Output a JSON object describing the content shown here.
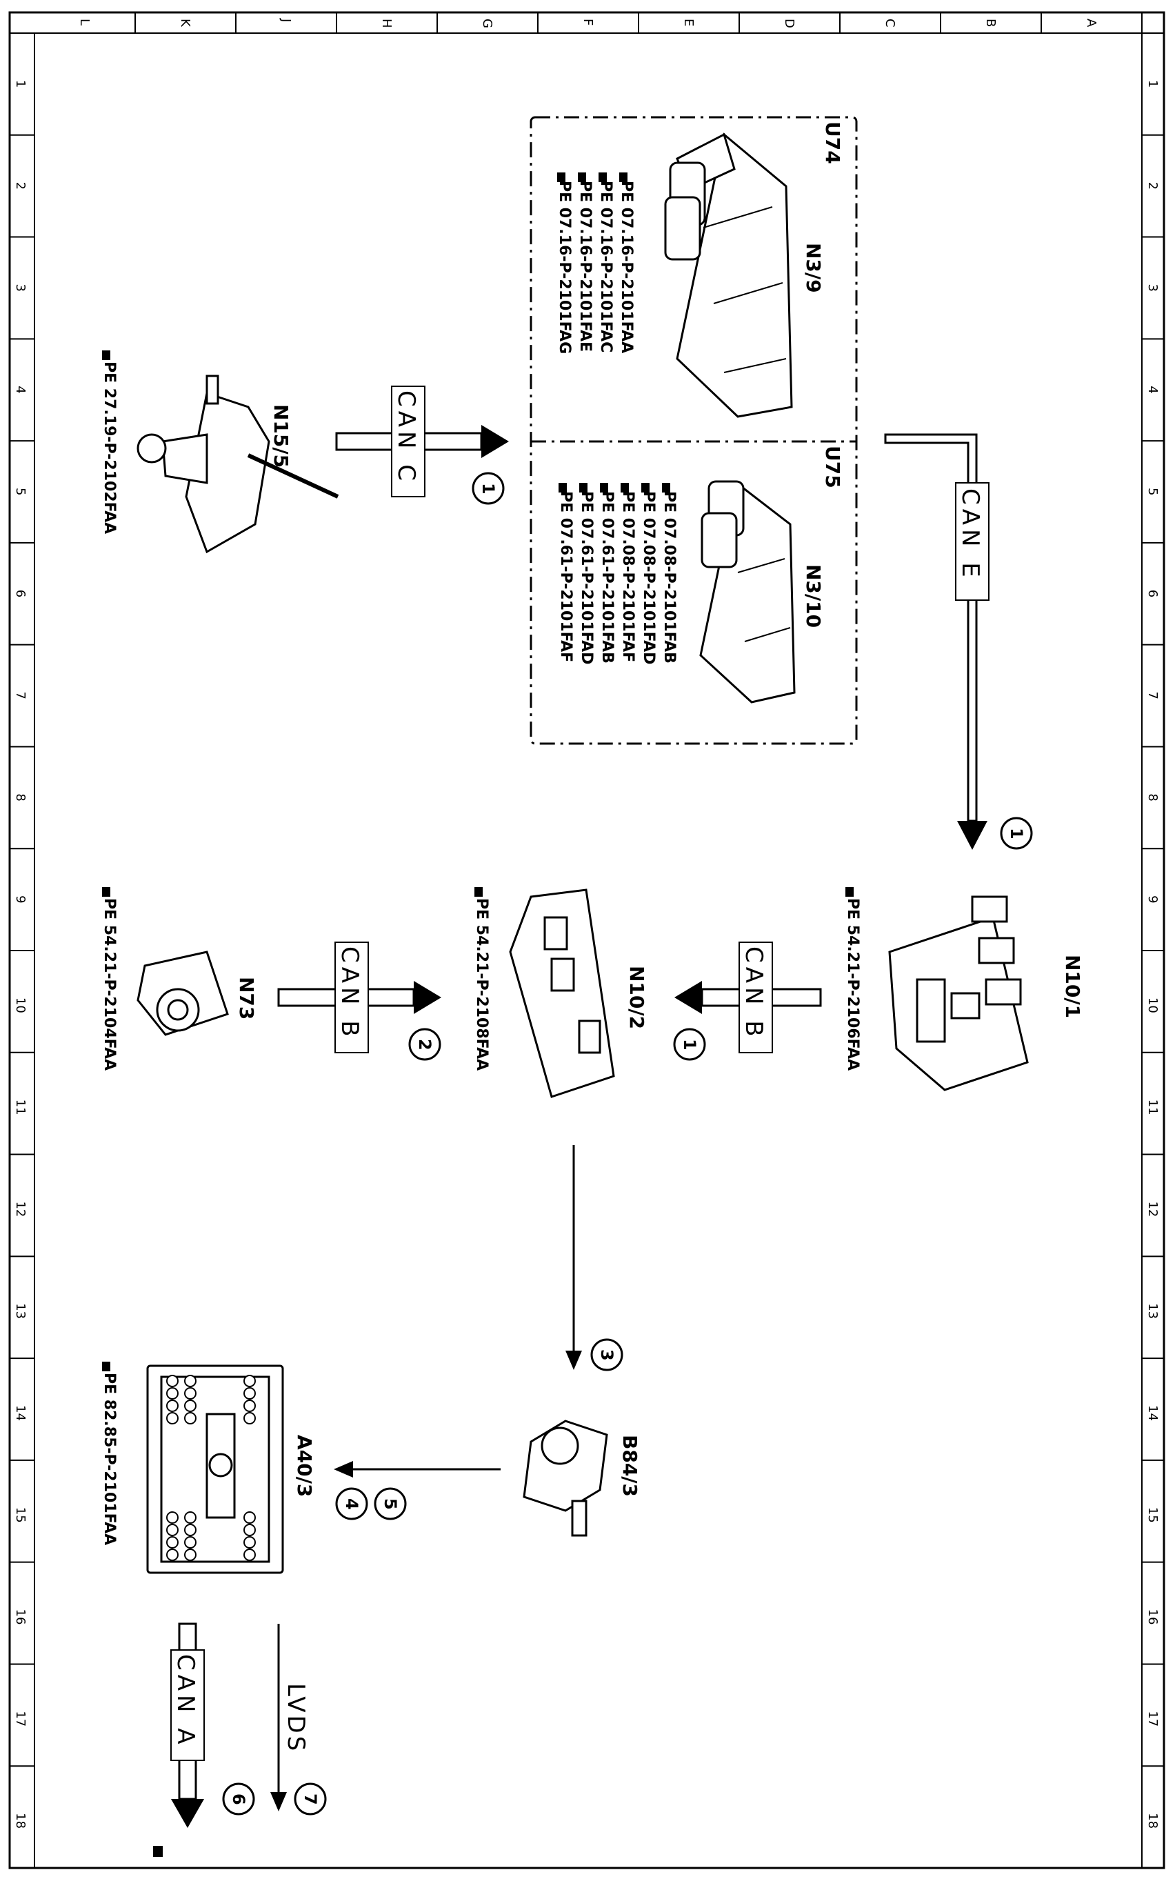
{
  "frame": {
    "columns": [
      "L",
      "K",
      "J",
      "H",
      "G",
      "F",
      "E",
      "D",
      "C",
      "B",
      "A"
    ],
    "rows": [
      "1",
      "2",
      "3",
      "4",
      "5",
      "6",
      "7",
      "8",
      "9",
      "10",
      "11",
      "12",
      "13",
      "14",
      "15",
      "16",
      "17",
      "18"
    ]
  },
  "components": {
    "u74": {
      "box_label": "U74",
      "name": "N3/9",
      "refs": [
        "PE 07.16-P-2101FAA",
        "PE 07.16-P-2101FAC",
        "PE 07.16-P-2101FAE",
        "PE 07.16-P-2101FAG"
      ]
    },
    "u75": {
      "box_label": "U75",
      "name": "N3/10",
      "refs": [
        "PE 07.08-P-2101FAB",
        "PE 07.08-P-2101FAD",
        "PE 07.08-P-2101FAF",
        "PE 07.61-P-2101FAB",
        "PE 07.61-P-2101FAD",
        "PE 07.61-P-2101FAF"
      ]
    },
    "n15_5": {
      "name": "N15/5",
      "ref": "PE 27.19-P-2102FAA"
    },
    "n10_1": {
      "name": "N10/1",
      "ref": "PE 54.21-P-2106FAA"
    },
    "n10_2": {
      "name": "N10/2",
      "ref": "PE 54.21-P-2108FAA"
    },
    "n73": {
      "name": "N73",
      "ref": "PE 54.21-P-2104FAA"
    },
    "b84_3": {
      "name": "B84/3"
    },
    "a40_3": {
      "name": "A40/3",
      "ref": "PE 82.85-P-2101FAA"
    }
  },
  "buses": {
    "can_c": "CAN C",
    "can_e": "CAN E",
    "can_b": "CAN B",
    "can_a": "CAN A",
    "lvds": "LVDS"
  },
  "markers": {
    "m1": "1",
    "m2": "2",
    "m3": "3",
    "m4": "4",
    "m5": "5",
    "m6": "6",
    "m7": "7"
  }
}
